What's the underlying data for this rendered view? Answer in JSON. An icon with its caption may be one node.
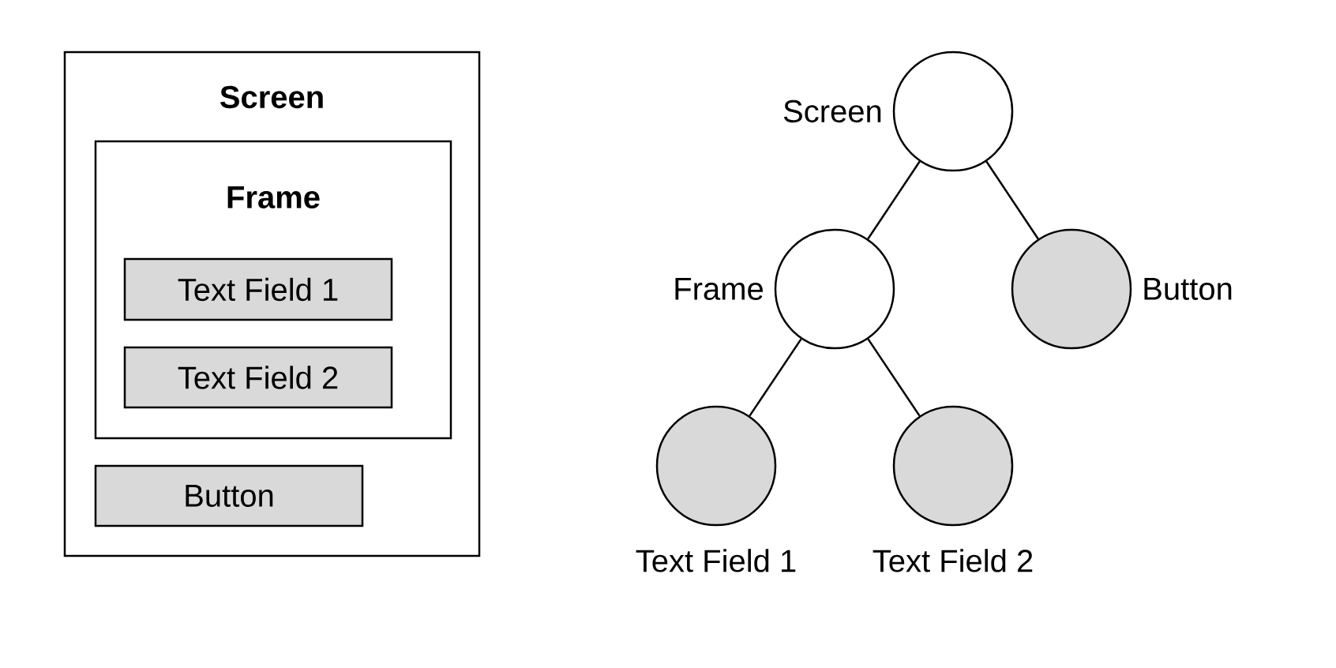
{
  "diagram": {
    "nodes": [
      {
        "text": [
          "Screen"
        ]
      },
      {
        "text": [
          "Frame"
        ],
        "in": 0
      },
      {
        "text": [
          "Text Field 1"
        ],
        "in": 1
      },
      {
        "text": [
          "Text Field 2"
        ],
        "in": 1
      },
      {
        "text": [
          "Button"
        ],
        "in": 0
      },
      {
        "text": [],
        "shape": "circle",
        "beside": [
          "Screen"
        ]
      },
      {
        "text": [],
        "shape": "circle",
        "beside": [
          "Frame"
        ]
      },
      {
        "text": [],
        "shape": "circle",
        "beside": [
          "Button"
        ]
      },
      {
        "text": [],
        "shape": "circle",
        "beside": [
          "Text Field 1"
        ]
      },
      {
        "text": [],
        "shape": "circle",
        "beside": [
          "Text Field 2"
        ]
      }
    ],
    "edges": [
      {
        "from": 5,
        "to": 6,
        "arrow": "none"
      },
      {
        "from": 5,
        "to": 7,
        "arrow": "none"
      },
      {
        "from": 6,
        "to": 8,
        "arrow": "none"
      },
      {
        "from": 6,
        "to": 9,
        "arrow": "none"
      }
    ]
  }
}
